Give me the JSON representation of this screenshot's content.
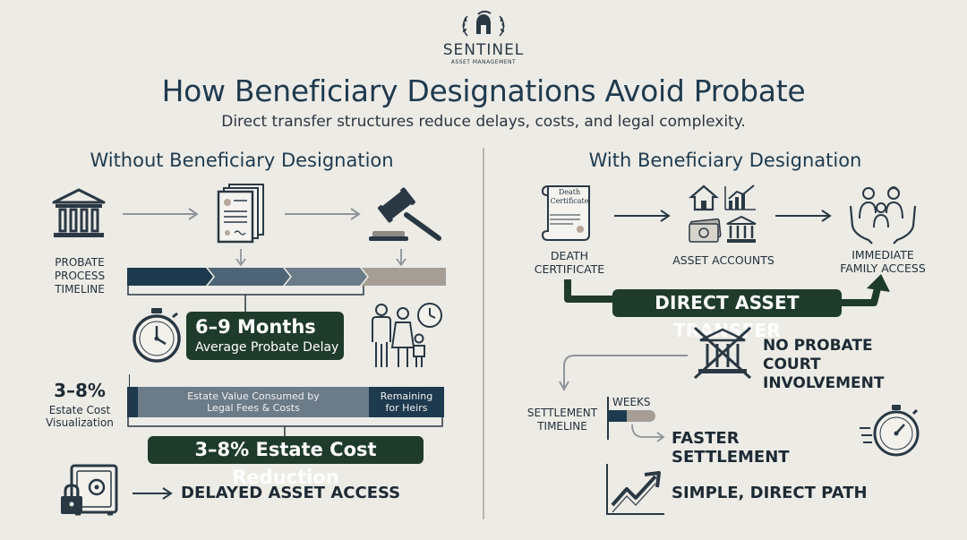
{
  "brand": {
    "name": "SENTINEL",
    "tagline": "ASSET MANAGEMENT",
    "logo_icon": "spartan-helmet-laurel-icon"
  },
  "header": {
    "title": "How Beneficiary Designations Avoid Probate",
    "subtitle": "Direct transfer structures reduce delays, costs, and legal complexity."
  },
  "left": {
    "heading": "Without Beneficiary Designation",
    "icons": [
      "bank-icon",
      "documents-icon",
      "gavel-icon"
    ],
    "timeline_label": "PROBATE PROCESS TIMELINE",
    "delay_value": "6–9 Months",
    "delay_text": "Average Probate Delay",
    "cost_percent": "3–8%",
    "cost_label": "Estate Cost Visualization",
    "consumed_label": "Estate Value Consumed by Legal Fees & Costs",
    "remaining_label": "Remaining for Heirs",
    "cost_reduction": "3–8% Estate Cost Reduction",
    "delayed_access": "DELAYED ASSET ACCESS"
  },
  "right": {
    "heading": "With Beneficiary Designation",
    "certificate_doc_text": "Death Certificate",
    "death_certificate": "DEATH CERTIFICATE",
    "asset_accounts": "ASSET ACCOUNTS",
    "family_access": "IMMEDIATE FAMILY ACCESS",
    "direct_transfer": "DIRECT ASSET TRANSFER",
    "no_probate": "NO PROBATE COURT INVOLVEMENT",
    "settlement_label": "SETTLEMENT TIMELINE",
    "weeks": "WEEKS",
    "faster": "FASTER SETTLEMENT",
    "simple": "SIMPLE, DIRECT PATH"
  },
  "colors": {
    "dark_green": "#1f3b2c",
    "navy": "#1e3a4e",
    "slate": "#6b7b88",
    "gray": "#a59e95",
    "background": "#ecebe6"
  }
}
